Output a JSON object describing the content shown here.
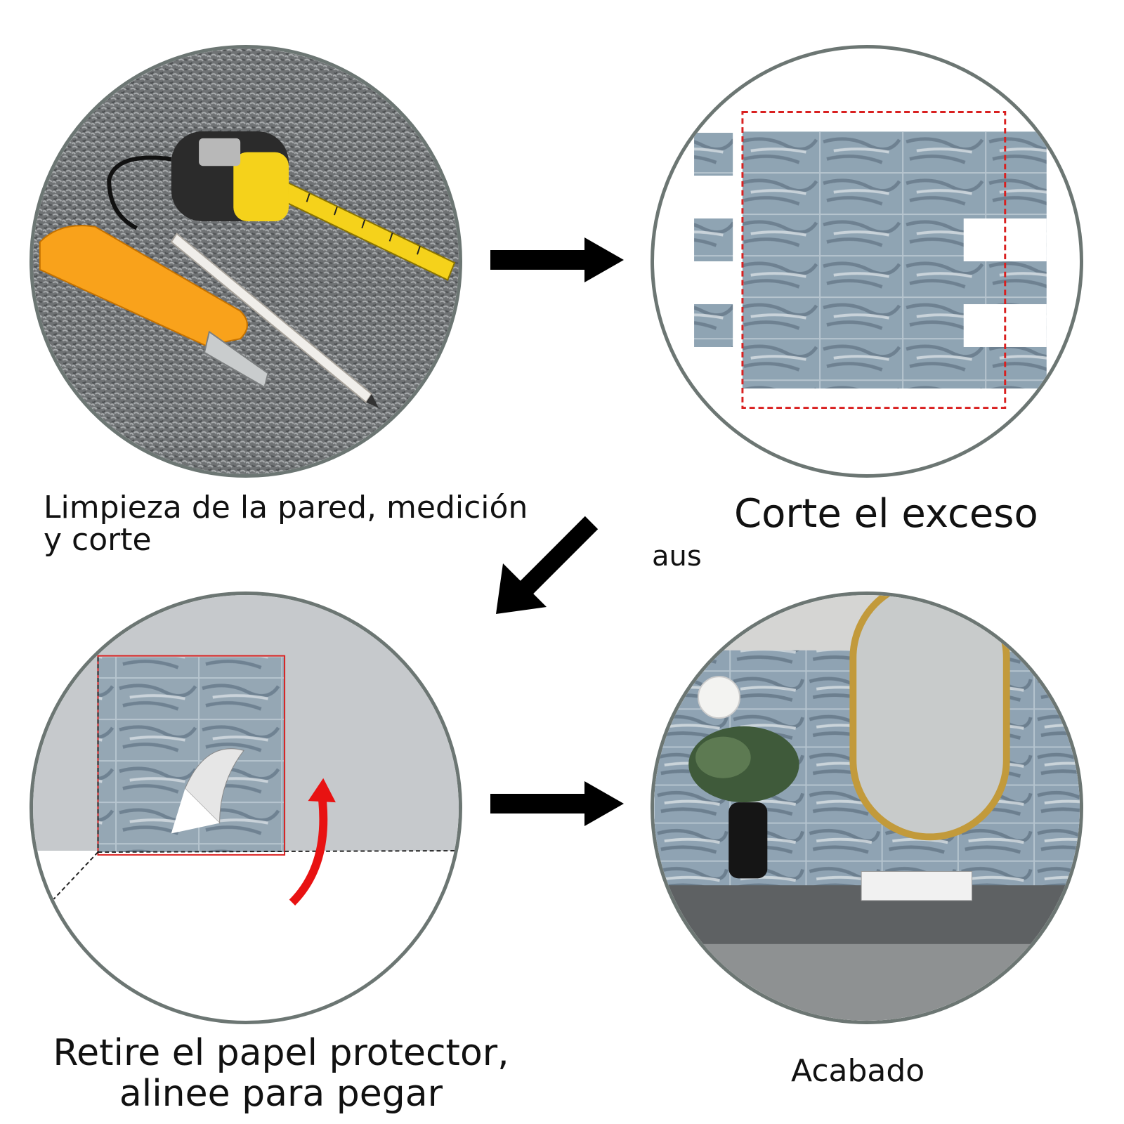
{
  "steps": {
    "step1": {
      "caption_line1": "Limpieza de la pared, medición",
      "caption_line2": "y corte"
    },
    "step2": {
      "caption": "Corte el exceso",
      "caption_extra": "aus"
    },
    "step3": {
      "caption_line1": "Retire el papel protector,",
      "caption_line2": "alinee para pegar"
    },
    "step4": {
      "caption": "Acabado"
    }
  },
  "colors": {
    "circle_border": "#6c7673",
    "arrow": "#000000",
    "guide_red": "#d92020",
    "tile_blue": "#8fa4b3",
    "knife_orange": "#f9a21b",
    "tape_yellow": "#f5d21b"
  },
  "icons": [
    "right-arrow-icon",
    "down-left-arrow-icon",
    "right-arrow-icon",
    "curved-red-arrow-icon"
  ]
}
